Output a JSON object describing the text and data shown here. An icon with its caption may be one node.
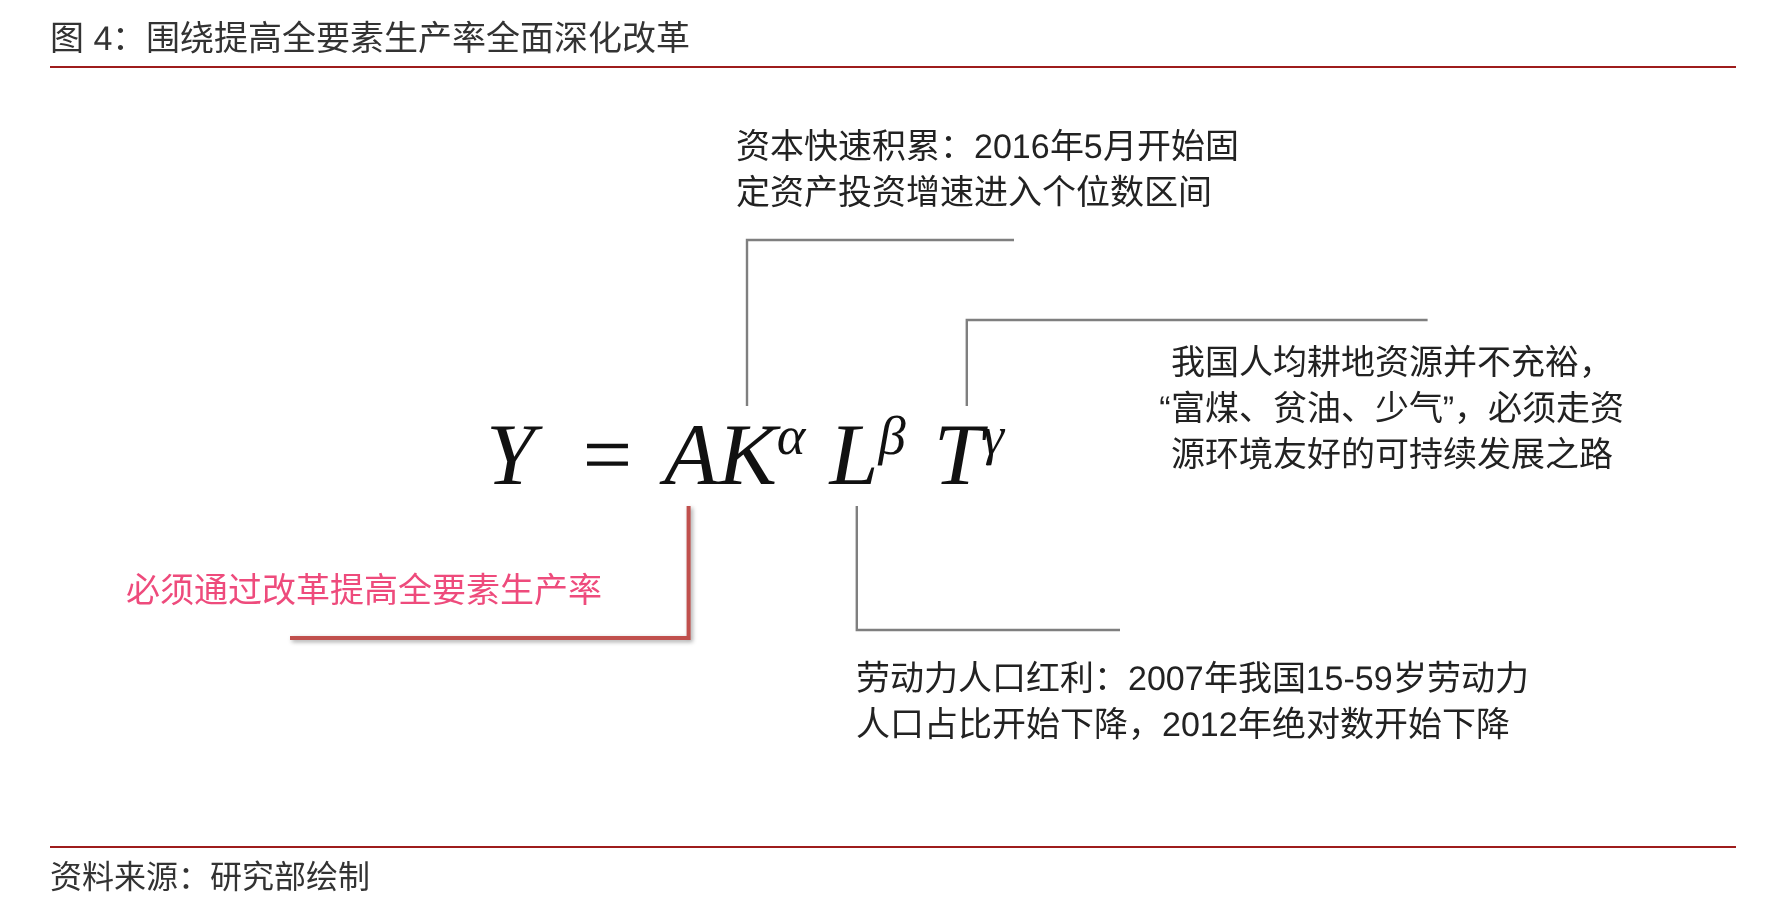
{
  "diagram": {
    "title": "图 4：围绕提高全要素生产率全面深化改革",
    "nodes": [
      {
        "text": [
          "资本快速积累：2016年5月开始固定资产投资增速进入个位数区间"
        ]
      },
      {
        "text": [
          "我国人均耕地资源并不充裕，“富煤、贫油、少气”，必须走资源环境友好的可持续发展之路"
        ]
      },
      {
        "text": [
          "A"
        ]
      },
      {
        "text": [
          "K$^{α}$"
        ]
      },
      {
        "text": [
          "L$^{β}$"
        ]
      },
      {
        "text": [
          "T$^{γ}$"
        ]
      },
      {
        "text": [
          "必须通过改革提高全要素生产率"
        ]
      },
      {
        "text": [
          "劳动力人口红利：2007年我国15-59岁劳动力人口占比开始下降，2012年绝对数开始下降"
        ]
      }
    ],
    "edges": [
      {
        "from": 0,
        "to": 3,
        "arrow": "none"
      },
      {
        "from": 1,
        "to": 5,
        "arrow": "none"
      },
      {
        "from": 6,
        "to": 2,
        "arrow": "none",
        "color": "#c0504d"
      },
      {
        "from": 7,
        "to": 4,
        "arrow": "none"
      }
    ],
    "labels": [
      "Y ="
    ],
    "caption": "资料来源：研究部绘制"
  }
}
